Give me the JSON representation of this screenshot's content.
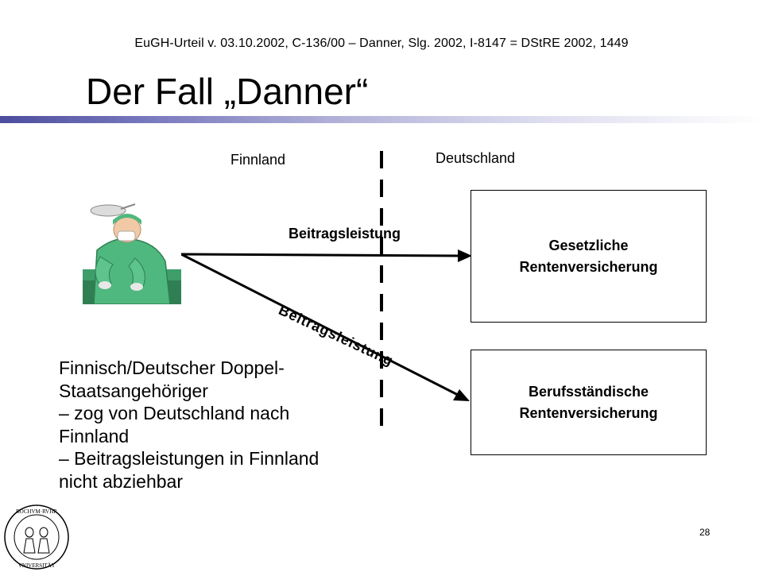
{
  "header": {
    "citation": "EuGH-Urteil v. 03.10.2002, C-136/00 – Danner, Slg. 2002, I-8147 = DStRE 2002, 1449",
    "title": "Der Fall „Danner“"
  },
  "diagram": {
    "country_left": "Finnland",
    "country_right": "Deutschland",
    "arrow_label_1": "Beitragsleistung",
    "arrow_label_2": "Beitragsleistung",
    "box_1": {
      "line_1": "Gesetzliche",
      "line_2": "Rentenversicherung"
    },
    "box_2": {
      "line_1": "Berufsständische",
      "line_2": "Rentenversicherung"
    },
    "illustration_icon": "surgeon-icon"
  },
  "description": {
    "lines": [
      "Finnisch/Deutscher Doppel-",
      "Staatsangehöriger",
      "– zog von Deutschland nach",
      "Finnland",
      "– Beitragsleistungen in Finnland",
      "nicht abziehbar"
    ]
  },
  "footer": {
    "page_number": "28",
    "seal_text": "BOCHUM • RUHR • UNIVERSITÄT",
    "seal_icon": "university-seal-icon"
  },
  "colors": {
    "title_bar_start": "#4d4d9e",
    "surgeon_scrubs": "#4fb87e",
    "background_green": "#3e9e6a"
  }
}
